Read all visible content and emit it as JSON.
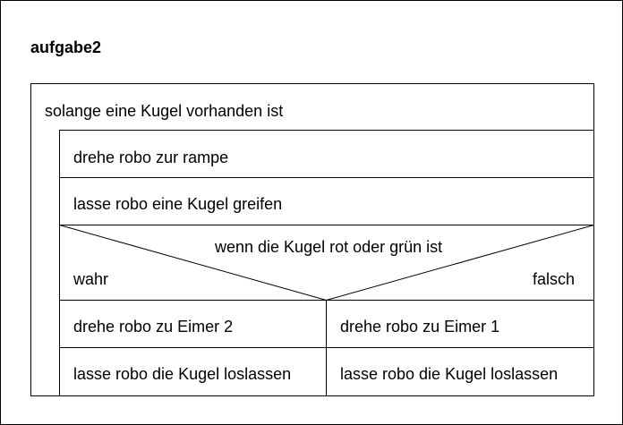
{
  "title": "aufgabe2",
  "loop": {
    "condition": "solange eine Kugel vorhanden ist",
    "statements": [
      "drehe robo zur rampe",
      "lasse robo eine Kugel greifen"
    ],
    "decision": {
      "condition": "wenn die Kugel rot oder grün ist",
      "true_label": "wahr",
      "false_label": "falsch",
      "true_branch": [
        "drehe robo zu Eimer 2",
        "lasse robo die Kugel loslassen"
      ],
      "false_branch": [
        "drehe robo zu Eimer 1",
        "lasse robo die Kugel loslassen"
      ]
    }
  }
}
